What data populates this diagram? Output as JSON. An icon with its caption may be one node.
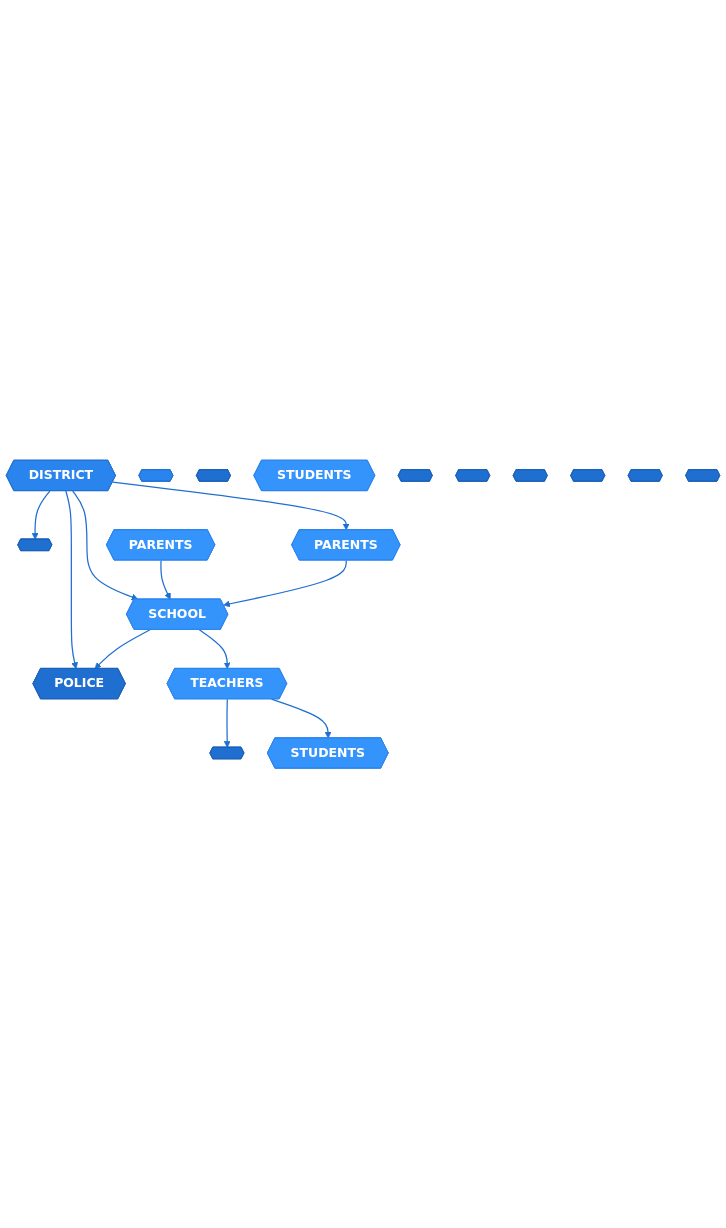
{
  "diagram": {
    "nodes": [
      {
        "text": [
          "DISTRICT"
        ]
      },
      {
        "text": [
          "POLICE"
        ]
      },
      {
        "text": [
          "SCHOOL"
        ]
      },
      {
        "text": [],
        "shape": "hexagon"
      },
      {
        "text": [
          "TEACHERS"
        ]
      },
      {
        "text": [],
        "shape": "hexagon"
      },
      {
        "text": [],
        "shape": "hexagon"
      },
      {
        "text": [
          "STUDENTS"
        ]
      },
      {
        "text": [],
        "shape": "hexagon"
      },
      {
        "text": [
          "STUDENTS"
        ]
      },
      {
        "text": [],
        "shape": "hexagon"
      },
      {
        "text": [],
        "shape": "hexagon"
      },
      {
        "text": [],
        "shape": "hexagon"
      },
      {
        "text": [
          "PARENTS"
        ]
      },
      {
        "text": [],
        "shape": "hexagon"
      },
      {
        "text": [],
        "shape": "hexagon"
      },
      {
        "text": [
          "PARENTS"
        ]
      },
      {
        "text": [],
        "shape": "hexagon"
      }
    ],
    "edges": [
      {
        "from": 0,
        "to": 1,
        "arrow": "to"
      },
      {
        "from": 0,
        "to": 2,
        "arrow": "to"
      },
      {
        "from": 0,
        "to": 12,
        "arrow": "to"
      },
      {
        "from": 0,
        "to": 16,
        "arrow": "to"
      },
      {
        "from": 2,
        "to": 1,
        "arrow": "to"
      },
      {
        "from": 2,
        "to": 4,
        "arrow": "to"
      },
      {
        "from": 4,
        "to": 6,
        "arrow": "to"
      },
      {
        "from": 4,
        "to": 9,
        "arrow": "to"
      },
      {
        "from": 13,
        "to": 2,
        "arrow": "to"
      },
      {
        "from": 16,
        "to": 2,
        "arrow": "to"
      }
    ]
  }
}
